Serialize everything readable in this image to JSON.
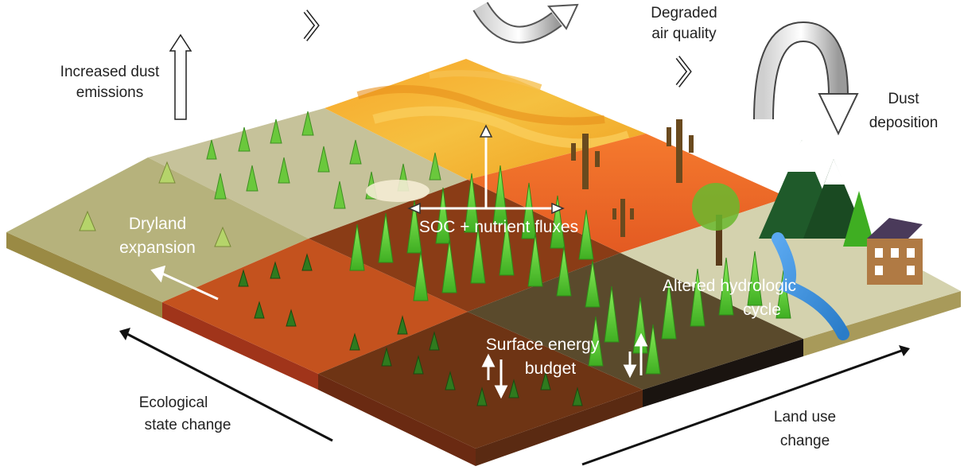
{
  "labels": {
    "increased_dust_line1": "Increased dust",
    "increased_dust_line2": "emissions",
    "degraded_air_line1": "Degraded",
    "degraded_air_line2": "air quality",
    "dust_deposition_line1": "Dust",
    "dust_deposition_line2": "deposition",
    "dryland_line1": "Dryland",
    "dryland_line2": "expansion",
    "soc": "SOC + nutrient fluxes",
    "hydro_line1": "Altered hydrologic",
    "hydro_line2": "cycle",
    "energy_line1": "Surface energy",
    "energy_line2": "budget",
    "ecological_line1": "Ecological",
    "ecological_line2": "state change",
    "landuse_line1": "Land use",
    "landuse_line2": "change"
  },
  "colors": {
    "desert": "#f5a623",
    "orange_soil": "#e8652a",
    "red_soil": "#b8461c",
    "brown_soil": "#7a3a18",
    "dry_grass": "#b8b47a",
    "grass": "#5fd03a",
    "pale_land": "#d8d6b0",
    "river": "#3a8fd8",
    "mountain": "#1f5a2a"
  }
}
